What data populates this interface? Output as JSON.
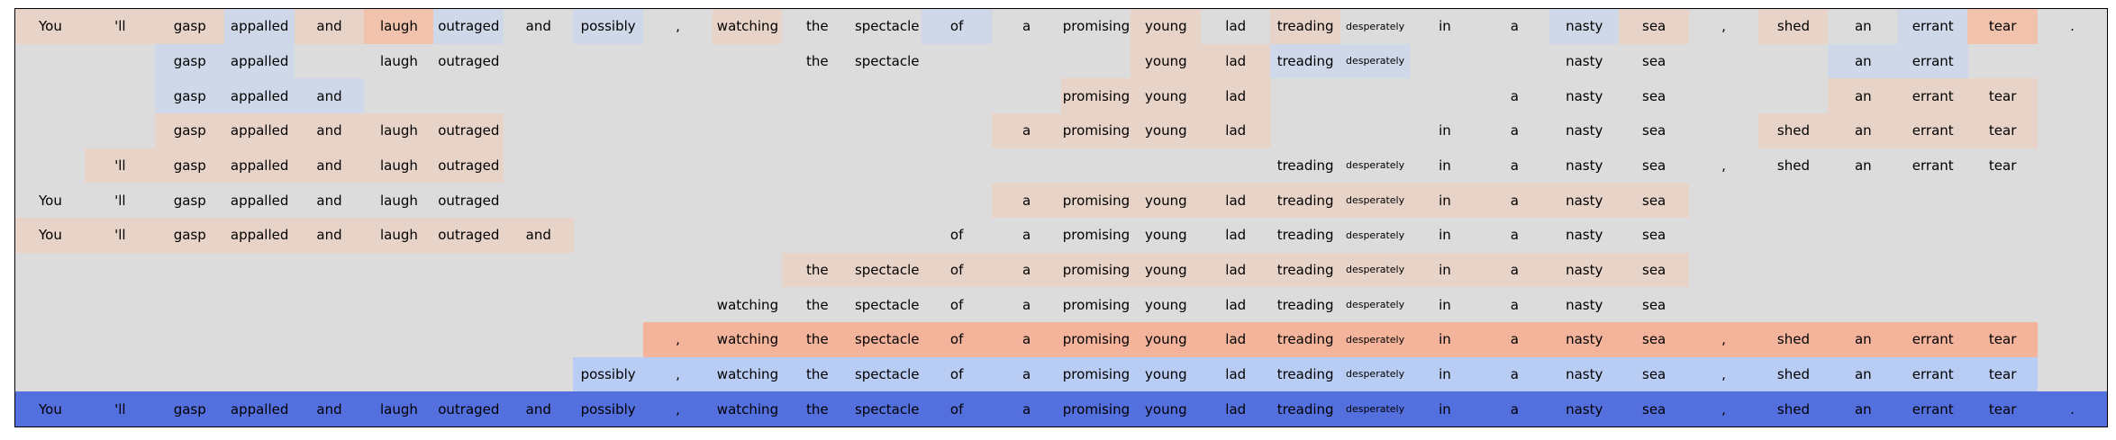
{
  "chart_data": {
    "type": "heatmap",
    "tokens": [
      "You",
      "'ll",
      "gasp",
      "appalled",
      "and",
      "laugh",
      "outraged",
      "and",
      "possibly",
      ",",
      "watching",
      "the",
      "spectacle",
      "of",
      "a",
      "promising",
      "young",
      "lad",
      "treading",
      "desperately",
      "in",
      "a",
      "nasty",
      "sea",
      ",",
      "shed",
      "an",
      "errant",
      "tear",
      "."
    ],
    "rows": [
      {
        "cells": [
          [
            0,
            "w"
          ],
          [
            1,
            "w"
          ],
          [
            2,
            "w"
          ],
          [
            3,
            "b"
          ],
          [
            4,
            "w"
          ],
          [
            5,
            "o"
          ],
          [
            6,
            "b"
          ],
          [
            7,
            "g"
          ],
          [
            8,
            "b"
          ],
          [
            9,
            "g"
          ],
          [
            10,
            "w"
          ],
          [
            11,
            "g"
          ],
          [
            12,
            "g"
          ],
          [
            13,
            "b"
          ],
          [
            14,
            "g"
          ],
          [
            15,
            "g"
          ],
          [
            16,
            "w"
          ],
          [
            17,
            "g"
          ],
          [
            18,
            "w"
          ],
          [
            19,
            "g"
          ],
          [
            20,
            "g"
          ],
          [
            21,
            "g"
          ],
          [
            22,
            "b"
          ],
          [
            23,
            "w"
          ],
          [
            24,
            "g"
          ],
          [
            25,
            "w"
          ],
          [
            26,
            "g"
          ],
          [
            27,
            "b"
          ],
          [
            28,
            "o"
          ],
          [
            29,
            "g"
          ]
        ]
      },
      {
        "cells": [
          [
            2,
            "b"
          ],
          [
            3,
            "b"
          ],
          [
            5,
            "g"
          ],
          [
            6,
            "g"
          ],
          [
            11,
            "g"
          ],
          [
            12,
            "g"
          ],
          [
            16,
            "w"
          ],
          [
            17,
            "w"
          ],
          [
            18,
            "b"
          ],
          [
            19,
            "b"
          ],
          [
            22,
            "g"
          ],
          [
            23,
            "g"
          ],
          [
            26,
            "b"
          ],
          [
            27,
            "b"
          ]
        ]
      },
      {
        "cells": [
          [
            2,
            "b"
          ],
          [
            3,
            "b"
          ],
          [
            4,
            "b"
          ],
          [
            15,
            "w"
          ],
          [
            16,
            "w"
          ],
          [
            17,
            "w"
          ],
          [
            21,
            "g"
          ],
          [
            22,
            "g"
          ],
          [
            23,
            "g"
          ],
          [
            26,
            "w"
          ],
          [
            27,
            "w"
          ],
          [
            28,
            "w"
          ]
        ]
      },
      {
        "cells": [
          [
            2,
            "w"
          ],
          [
            3,
            "w"
          ],
          [
            4,
            "w"
          ],
          [
            5,
            "w"
          ],
          [
            6,
            "w"
          ],
          [
            14,
            "w"
          ],
          [
            15,
            "w"
          ],
          [
            16,
            "w"
          ],
          [
            17,
            "w"
          ],
          [
            20,
            "g"
          ],
          [
            21,
            "g"
          ],
          [
            22,
            "g"
          ],
          [
            23,
            "g"
          ],
          [
            25,
            "w"
          ],
          [
            26,
            "w"
          ],
          [
            27,
            "w"
          ],
          [
            28,
            "w"
          ]
        ]
      },
      {
        "cells": [
          [
            1,
            "w"
          ],
          [
            2,
            "w"
          ],
          [
            3,
            "w"
          ],
          [
            4,
            "w"
          ],
          [
            5,
            "w"
          ],
          [
            6,
            "w"
          ],
          [
            18,
            "g"
          ],
          [
            19,
            "g"
          ],
          [
            20,
            "g"
          ],
          [
            21,
            "g"
          ],
          [
            22,
            "g"
          ],
          [
            23,
            "g"
          ],
          [
            24,
            "g"
          ],
          [
            25,
            "g"
          ],
          [
            26,
            "g"
          ],
          [
            27,
            "g"
          ],
          [
            28,
            "g"
          ]
        ]
      },
      {
        "cells": [
          [
            0,
            "g"
          ],
          [
            1,
            "g"
          ],
          [
            2,
            "g"
          ],
          [
            3,
            "g"
          ],
          [
            4,
            "g"
          ],
          [
            5,
            "g"
          ],
          [
            6,
            "g"
          ],
          [
            14,
            "w"
          ],
          [
            15,
            "w"
          ],
          [
            16,
            "w"
          ],
          [
            17,
            "w"
          ],
          [
            18,
            "w"
          ],
          [
            19,
            "w"
          ],
          [
            20,
            "w"
          ],
          [
            21,
            "w"
          ],
          [
            22,
            "w"
          ],
          [
            23,
            "w"
          ]
        ]
      },
      {
        "cells": [
          [
            0,
            "w"
          ],
          [
            1,
            "w"
          ],
          [
            2,
            "w"
          ],
          [
            3,
            "w"
          ],
          [
            4,
            "w"
          ],
          [
            5,
            "w"
          ],
          [
            6,
            "w"
          ],
          [
            7,
            "w"
          ],
          [
            13,
            "g"
          ],
          [
            14,
            "g"
          ],
          [
            15,
            "g"
          ],
          [
            16,
            "g"
          ],
          [
            17,
            "g"
          ],
          [
            18,
            "g"
          ],
          [
            19,
            "g"
          ],
          [
            20,
            "g"
          ],
          [
            21,
            "g"
          ],
          [
            22,
            "g"
          ],
          [
            23,
            "g"
          ]
        ]
      },
      {
        "cells": [
          [
            11,
            "w"
          ],
          [
            12,
            "w"
          ],
          [
            13,
            "w"
          ],
          [
            14,
            "w"
          ],
          [
            15,
            "w"
          ],
          [
            16,
            "w"
          ],
          [
            17,
            "w"
          ],
          [
            18,
            "w"
          ],
          [
            19,
            "w"
          ],
          [
            20,
            "w"
          ],
          [
            21,
            "w"
          ],
          [
            22,
            "w"
          ],
          [
            23,
            "w"
          ]
        ]
      },
      {
        "cells": [
          [
            10,
            "g"
          ],
          [
            11,
            "g"
          ],
          [
            12,
            "g"
          ],
          [
            13,
            "g"
          ],
          [
            14,
            "g"
          ],
          [
            15,
            "g"
          ],
          [
            16,
            "g"
          ],
          [
            17,
            "g"
          ],
          [
            18,
            "g"
          ],
          [
            19,
            "g"
          ],
          [
            20,
            "g"
          ],
          [
            21,
            "g"
          ],
          [
            22,
            "g"
          ],
          [
            23,
            "g"
          ]
        ]
      },
      {
        "cells": [
          [
            9,
            "O"
          ],
          [
            10,
            "O"
          ],
          [
            11,
            "O"
          ],
          [
            12,
            "O"
          ],
          [
            13,
            "O"
          ],
          [
            14,
            "O"
          ],
          [
            15,
            "O"
          ],
          [
            16,
            "O"
          ],
          [
            17,
            "O"
          ],
          [
            18,
            "O"
          ],
          [
            19,
            "O"
          ],
          [
            20,
            "O"
          ],
          [
            21,
            "O"
          ],
          [
            22,
            "O"
          ],
          [
            23,
            "O"
          ],
          [
            24,
            "O"
          ],
          [
            25,
            "O"
          ],
          [
            26,
            "O"
          ],
          [
            27,
            "O"
          ],
          [
            28,
            "O"
          ]
        ]
      },
      {
        "cells": [
          [
            8,
            "L"
          ],
          [
            9,
            "L"
          ],
          [
            10,
            "L"
          ],
          [
            11,
            "L"
          ],
          [
            12,
            "L"
          ],
          [
            13,
            "L"
          ],
          [
            14,
            "L"
          ],
          [
            15,
            "L"
          ],
          [
            16,
            "L"
          ],
          [
            17,
            "L"
          ],
          [
            18,
            "L"
          ],
          [
            19,
            "L"
          ],
          [
            20,
            "L"
          ],
          [
            21,
            "L"
          ],
          [
            22,
            "L"
          ],
          [
            23,
            "L"
          ],
          [
            24,
            "L"
          ],
          [
            25,
            "L"
          ],
          [
            26,
            "L"
          ],
          [
            27,
            "L"
          ],
          [
            28,
            "L"
          ]
        ]
      },
      {
        "cells": [
          [
            0,
            "D"
          ],
          [
            1,
            "D"
          ],
          [
            2,
            "D"
          ],
          [
            3,
            "D"
          ],
          [
            4,
            "D"
          ],
          [
            5,
            "D"
          ],
          [
            6,
            "D"
          ],
          [
            7,
            "D"
          ],
          [
            8,
            "D"
          ],
          [
            9,
            "D"
          ],
          [
            10,
            "D"
          ],
          [
            11,
            "D"
          ],
          [
            12,
            "D"
          ],
          [
            13,
            "D"
          ],
          [
            14,
            "D"
          ],
          [
            15,
            "D"
          ],
          [
            16,
            "D"
          ],
          [
            17,
            "D"
          ],
          [
            18,
            "D"
          ],
          [
            19,
            "D"
          ],
          [
            20,
            "D"
          ],
          [
            21,
            "D"
          ],
          [
            22,
            "D"
          ],
          [
            23,
            "D"
          ],
          [
            24,
            "D"
          ],
          [
            25,
            "D"
          ],
          [
            26,
            "D"
          ],
          [
            27,
            "D"
          ],
          [
            28,
            "D"
          ],
          [
            29,
            "D"
          ]
        ]
      }
    ],
    "palette": {
      "g": "#dcdcdc",
      "w": "#e8d3c8",
      "o": "#f1c3ad",
      "O": "#f3b49b",
      "b": "#cfd8e8",
      "L": "#b9cdf4",
      "D": "#5470de"
    },
    "grid": false,
    "legend": "none"
  }
}
